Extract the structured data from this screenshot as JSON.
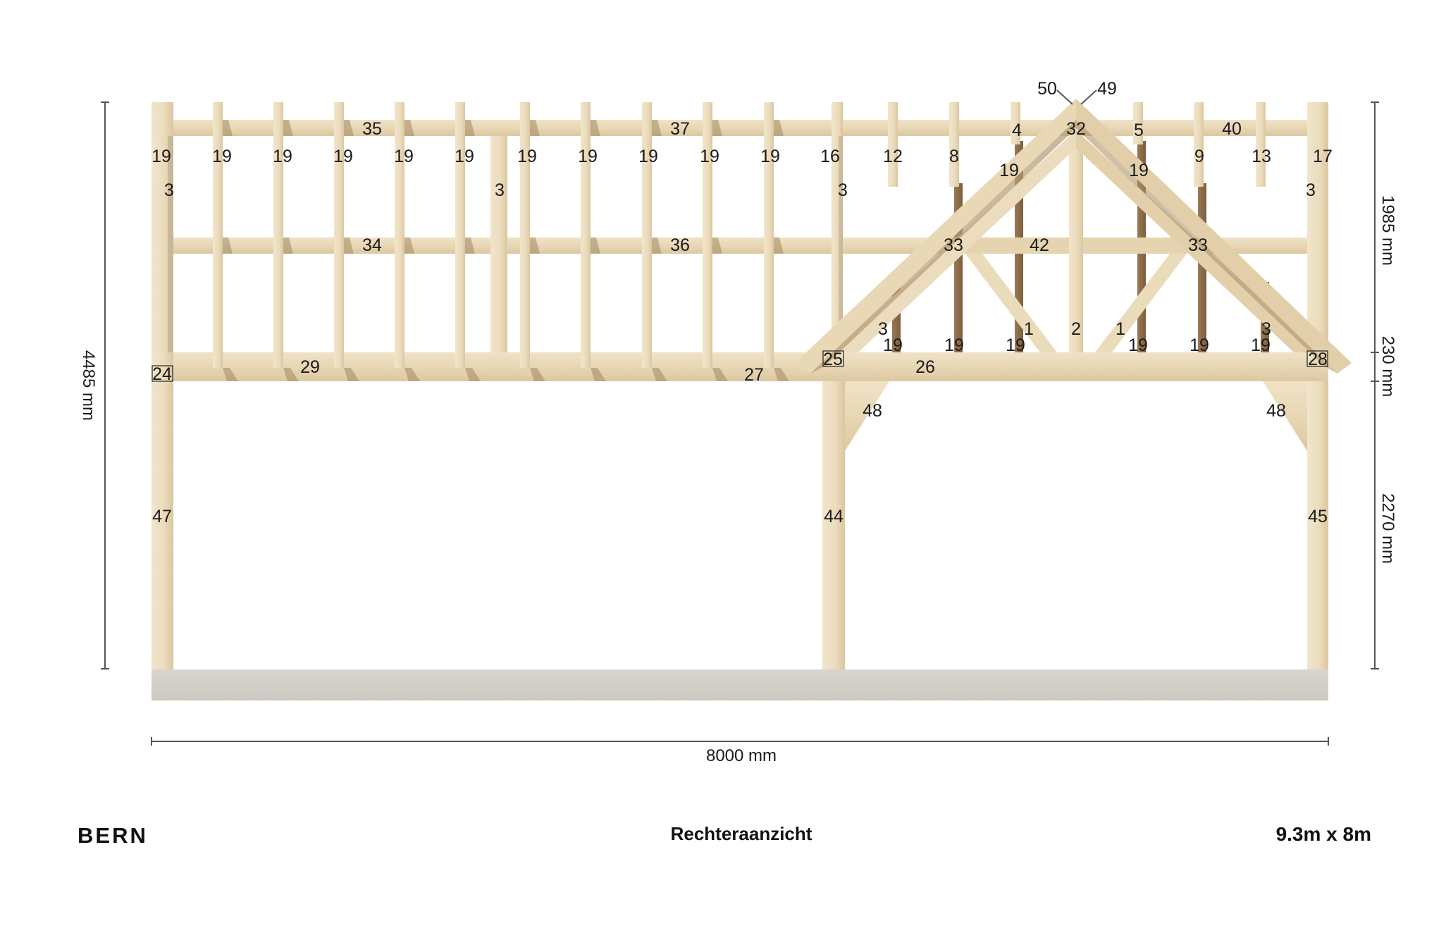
{
  "footer": {
    "brand": "BERN",
    "view_name": "Rechteraanzicht",
    "size": "9.3m x 8m"
  },
  "dimensions": {
    "total_height": "4485 mm",
    "upper_wall": "1985 mm",
    "beam": "230 mm",
    "lower_posts": "2270 mm",
    "total_width": "8000 mm"
  },
  "colors": {
    "wood_light": "#EEDFC0",
    "wood_mid": "#E5D2AC",
    "wood_shadow": "#B79B74",
    "wood_dark": "#8A6A45",
    "concrete": "#D3CFCA",
    "dim_line": "#555555"
  },
  "labels": {
    "top_plate_left": "35",
    "top_plate_mid": "37",
    "top_plate_right": "40",
    "mid_rail_left": "34",
    "mid_rail_mid": "36",
    "mid_rail_truss": "42",
    "sill_left": "29",
    "sill_right": "27",
    "tie_beam": "26",
    "corner_left": "24",
    "corner_mid": "25",
    "corner_right": "28",
    "post_left": "47",
    "post_mid": "44",
    "post_right": "45",
    "brace_left": "48",
    "brace_right": "48",
    "ridge_left": "50",
    "ridge_right": "49",
    "king_post_top": "32",
    "king_post": "2",
    "strut_left": "1",
    "strut_right": "1",
    "collar_left": "33",
    "collar_right": "33",
    "rafter_left_low": "3",
    "rafter_right_low": "3",
    "upper_left_stud": "19",
    "upper_right_stud": "19",
    "stud_4": "4",
    "stud_5": "5",
    "vert_3_a": "3",
    "vert_3_b": "3",
    "vert_3_c": "3",
    "vert_3_d": "3"
  },
  "studs_top": [
    "19",
    "19",
    "19",
    "19",
    "19",
    "19",
    "19",
    "19",
    "19",
    "19",
    "19",
    "16",
    "12",
    "8",
    "9",
    "13",
    "17"
  ],
  "studs_bottom": [
    "19",
    "19",
    "19",
    "19",
    "19",
    "19"
  ]
}
